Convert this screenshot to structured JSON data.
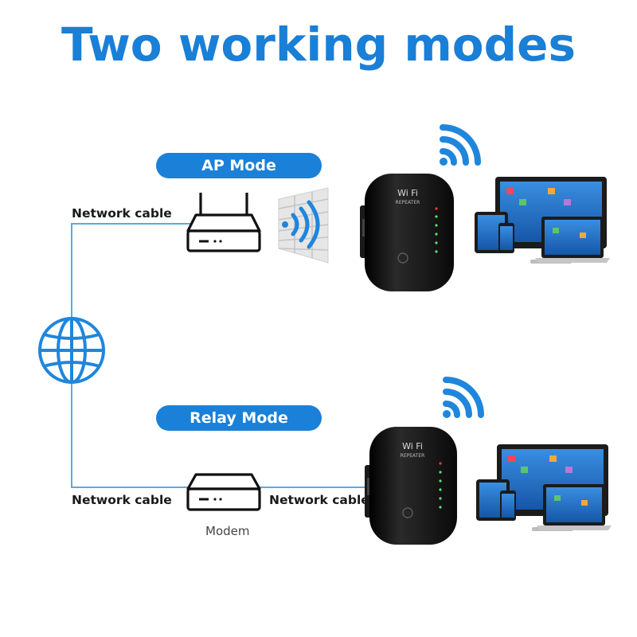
{
  "title": "Two working modes",
  "modes": [
    {
      "label": "AP Mode",
      "cable_left": "Network cable"
    },
    {
      "label": "Relay Mode",
      "cable_left": "Network cable",
      "cable_right": "Network cable",
      "device_label": "Modem"
    }
  ],
  "repeater": {
    "brand": "Wi Fi",
    "model": "REPEATER"
  },
  "colors": {
    "accent": "#1a80d8",
    "line": "#5aa9e6",
    "device_body": "#111111"
  },
  "icons": [
    "globe-icon",
    "router-icon",
    "modem-icon",
    "brick-wall-icon",
    "wifi-signal-icon",
    "repeater-device",
    "monitor-icon",
    "laptop-icon",
    "tablet-icon",
    "phone-icon"
  ]
}
